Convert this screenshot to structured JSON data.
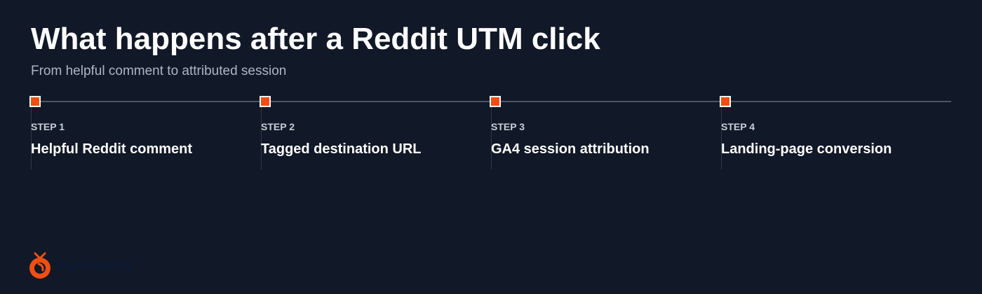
{
  "title": "What happens after a Reddit UTM click",
  "subtitle": "From helpful comment to attributed session",
  "steps": [
    {
      "label": "STEP 1",
      "title": "Helpful Reddit comment"
    },
    {
      "label": "STEP 2",
      "title": "Tagged destination URL"
    },
    {
      "label": "STEP 3",
      "title": "GA4 session attribution"
    },
    {
      "label": "STEP 4",
      "title": "Landing-page conversion"
    }
  ],
  "brand": {
    "name": "SignalHandy",
    "icon": "orange-logo-icon"
  },
  "colors": {
    "background": "#111827",
    "accent": "#f04e14",
    "line": "#4b5563"
  }
}
